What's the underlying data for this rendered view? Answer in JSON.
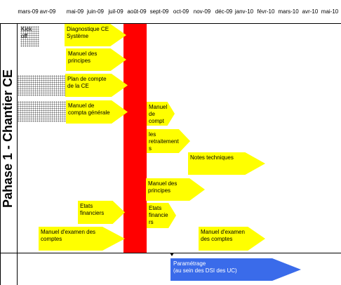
{
  "timeline": {
    "months": [
      "mars-09",
      "avr-09",
      "mai-09",
      "juin-09",
      "juil-09",
      "août-09",
      "sept-09",
      "oct-09",
      "nov-09",
      "déc-09",
      "janv-10",
      "févr-10",
      "mars-10",
      "avr-10",
      "mai-10"
    ]
  },
  "side_label": "Pahase 1 - Chantier CE",
  "kickoff": "Kick\noff",
  "tasks": [
    {
      "label": "Diagnostique CE\nSystème"
    },
    {
      "label": "Manuel des\nprincipes"
    },
    {
      "label": "Plan de compte\nde la CE"
    },
    {
      "label": "Manuel de\ncompta générale"
    },
    {
      "label": "Manuel\nde\ncompt"
    },
    {
      "label": "les\nretraitement\ns"
    },
    {
      "label": "Notes techniques"
    },
    {
      "label": "Manuel des\nprincipes"
    },
    {
      "label": "Etats\nfinanciers"
    },
    {
      "label": "Etats\nfinancie\nrs"
    },
    {
      "label": "Manuel d'examen des\ncomptes"
    },
    {
      "label": "Manuel d'examen\ndes comptes"
    }
  ],
  "parametrage": "Paramétrage\n(au sein des DSI des UC)",
  "colors": {
    "task_fill": "#ffff00",
    "milestone_bar": "#ff0000",
    "param_fill": "#3a6bea"
  }
}
